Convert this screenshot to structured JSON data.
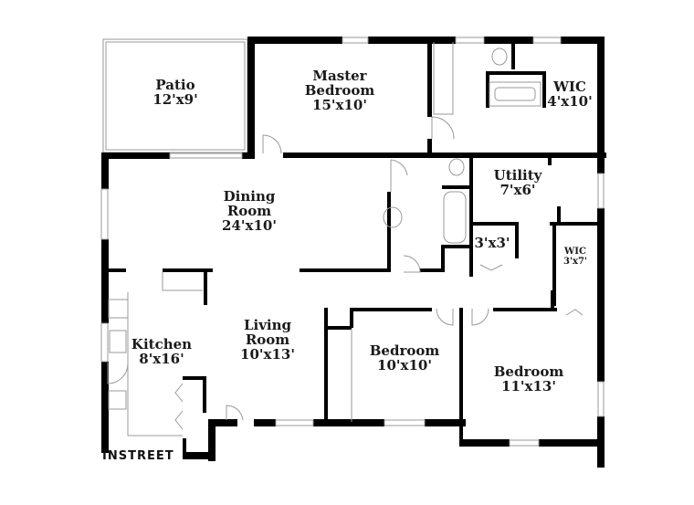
{
  "rooms": [
    {
      "name": "Patio",
      "size": "12'x9'"
    },
    {
      "name_line1": "Master",
      "name_line2": "Bedroom",
      "size": "15'x10'"
    },
    {
      "name": "WIC",
      "size": "4'x10'"
    },
    {
      "name_line1": "Dining",
      "name_line2": "Room",
      "size": "24'x10'"
    },
    {
      "name": "Utility",
      "size": "7'x6'"
    },
    {
      "size": "3'x3'"
    },
    {
      "name": "WIC",
      "size": "3'x7'"
    },
    {
      "name": "Kitchen",
      "size": "8'x16'"
    },
    {
      "name_line1": "Living",
      "name_line2": "Room",
      "size": "10'x13'"
    },
    {
      "name": "Bedroom",
      "size": "10'x10'"
    },
    {
      "name": "Bedroom",
      "size": "11'x13'"
    }
  ],
  "watermark": "INSTREET",
  "colors": {
    "wall": "#000000",
    "fixture": "#999999",
    "background": "#ffffff"
  }
}
